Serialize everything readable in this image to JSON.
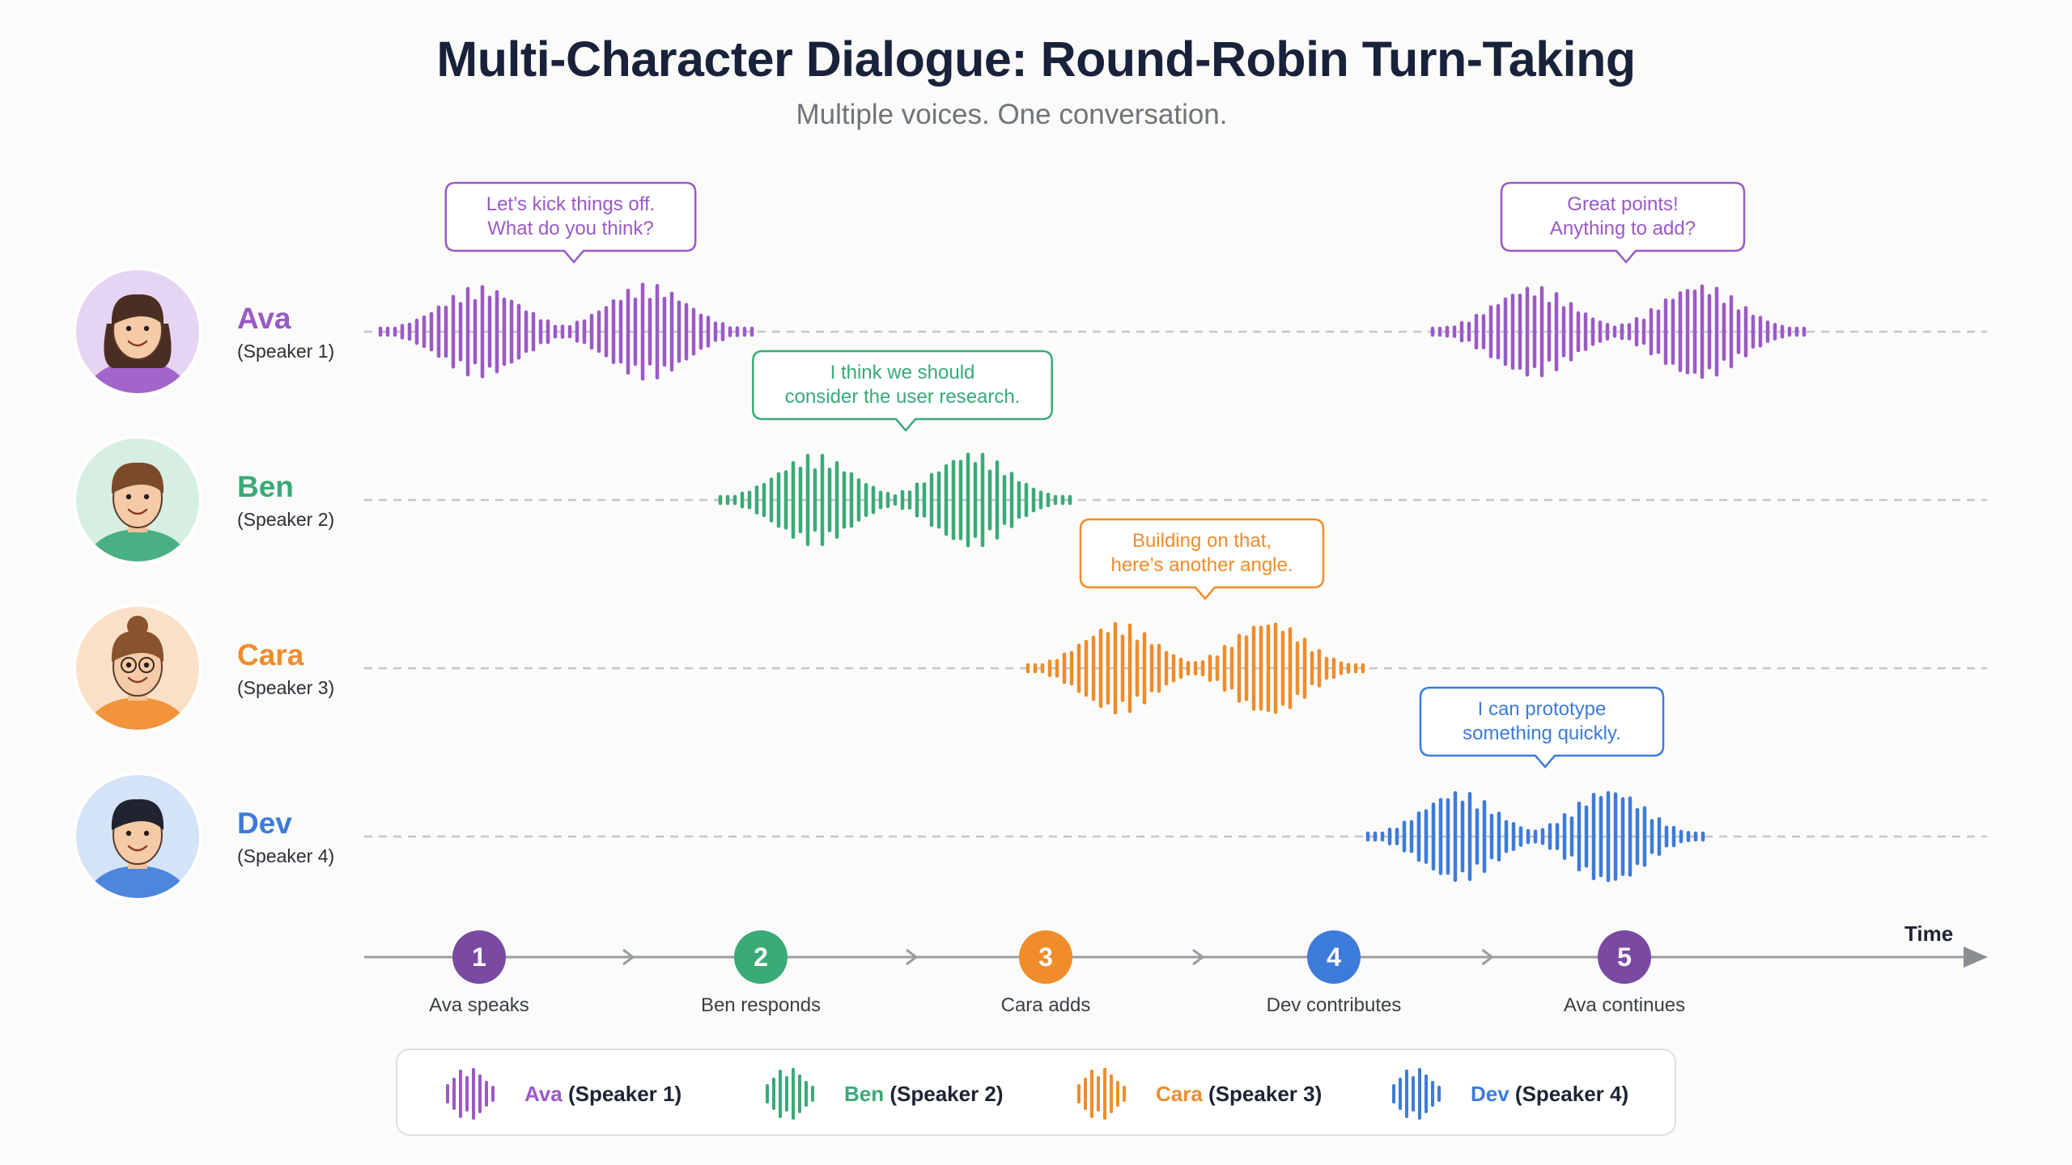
{
  "title": "Multi-Character Dialogue: Round-Robin Turn-Taking",
  "subtitle": "Multiple voices. One conversation.",
  "speakers": [
    {
      "name": "Ava",
      "role": "(Speaker 1)",
      "color": "#9b59c6",
      "avatar_bg": "#e6d4f3",
      "icon": "woman-avatar-icon",
      "waveforms": [
        {
          "start": 0.0,
          "end": 0.23,
          "bubble": [
            "Let’s kick things off.",
            "What do you think?"
          ]
        },
        {
          "start": 0.65,
          "end": 0.88,
          "bubble": [
            "Great points!",
            "Anything to add?"
          ]
        }
      ]
    },
    {
      "name": "Ben",
      "role": "(Speaker 2)",
      "color": "#3aaa77",
      "avatar_bg": "#d6efe2",
      "icon": "man-avatar-icon",
      "waveforms": [
        {
          "start": 0.21,
          "end": 0.43,
          "bubble": [
            "I think we should",
            "consider the user research."
          ]
        }
      ]
    },
    {
      "name": "Cara",
      "role": "(Speaker 3)",
      "color": "#ef8c2b",
      "avatar_bg": "#fbe0c8",
      "icon": "woman-glasses-avatar-icon",
      "waveforms": [
        {
          "start": 0.4,
          "end": 0.61,
          "bubble": [
            "Building on that,",
            "here’s another angle."
          ]
        }
      ]
    },
    {
      "name": "Dev",
      "role": "(Speaker 4)",
      "color": "#3d7bd9",
      "avatar_bg": "#d5e3f7",
      "icon": "man-hoodie-avatar-icon",
      "waveforms": [
        {
          "start": 0.61,
          "end": 0.82,
          "bubble": [
            "I can prototype",
            "something quickly."
          ]
        }
      ]
    }
  ],
  "timeline": {
    "axis_label": "Time",
    "steps": [
      {
        "number": "1",
        "label": "Ava speaks",
        "color": "#7a4aa3"
      },
      {
        "number": "2",
        "label": "Ben responds",
        "color": "#3aaa77"
      },
      {
        "number": "3",
        "label": "Cara adds",
        "color": "#ef8c2b"
      },
      {
        "number": "4",
        "label": "Dev contributes",
        "color": "#3d7bd9"
      },
      {
        "number": "5",
        "label": "Ava continues",
        "color": "#7a4aa3"
      }
    ]
  },
  "legend": [
    {
      "name": "Ava",
      "rest": " (Speaker 1)",
      "color": "#9b59c6",
      "icon": "waveform-icon"
    },
    {
      "name": "Ben",
      "rest": " (Speaker 2)",
      "color": "#3aaa77",
      "icon": "waveform-icon"
    },
    {
      "name": "Cara",
      "rest": " (Speaker 3)",
      "color": "#ef8c2b",
      "icon": "waveform-icon"
    },
    {
      "name": "Dev",
      "rest": " (Speaker 4)",
      "color": "#3d7bd9",
      "icon": "waveform-icon"
    }
  ]
}
